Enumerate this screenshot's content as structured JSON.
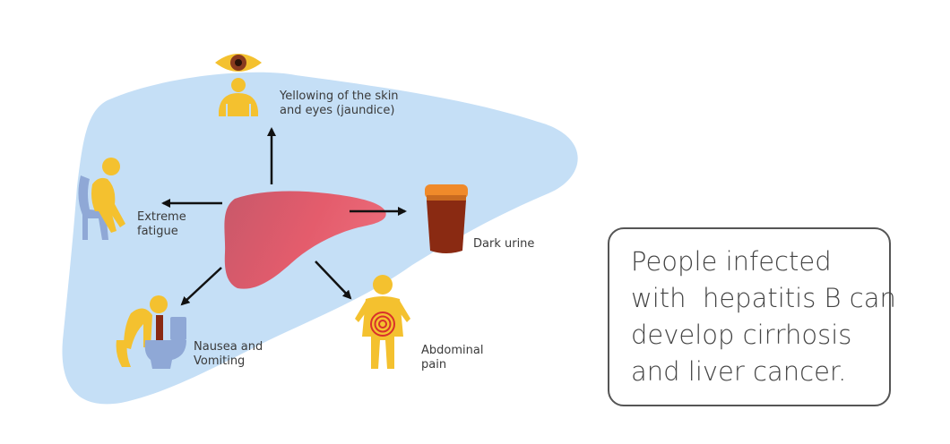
{
  "symptoms": {
    "jaundice": {
      "line1": "Yellowing of the skin",
      "line2": "and eyes (jaundice)"
    },
    "fatigue": {
      "line1": "Extreme",
      "line2": "fatigue"
    },
    "urine": {
      "line1": "Dark urine"
    },
    "nausea": {
      "line1": "Nausea and",
      "line2": "Vomiting"
    },
    "abdominal": {
      "line1": "Abdominal",
      "line2": "pain"
    }
  },
  "callout": {
    "lines": [
      "People infected",
      "with  hepatitis B can",
      "develop cirrhosis",
      "and liver cancer."
    ]
  },
  "colors": {
    "background_liver": "#c5dff6",
    "liver": "#e06170",
    "figure_yellow": "#f4c12f",
    "urine": "#8a2a12",
    "urine_lid": "#f08a2a",
    "arrow": "#111111",
    "toilet": "#8fa8d6"
  }
}
